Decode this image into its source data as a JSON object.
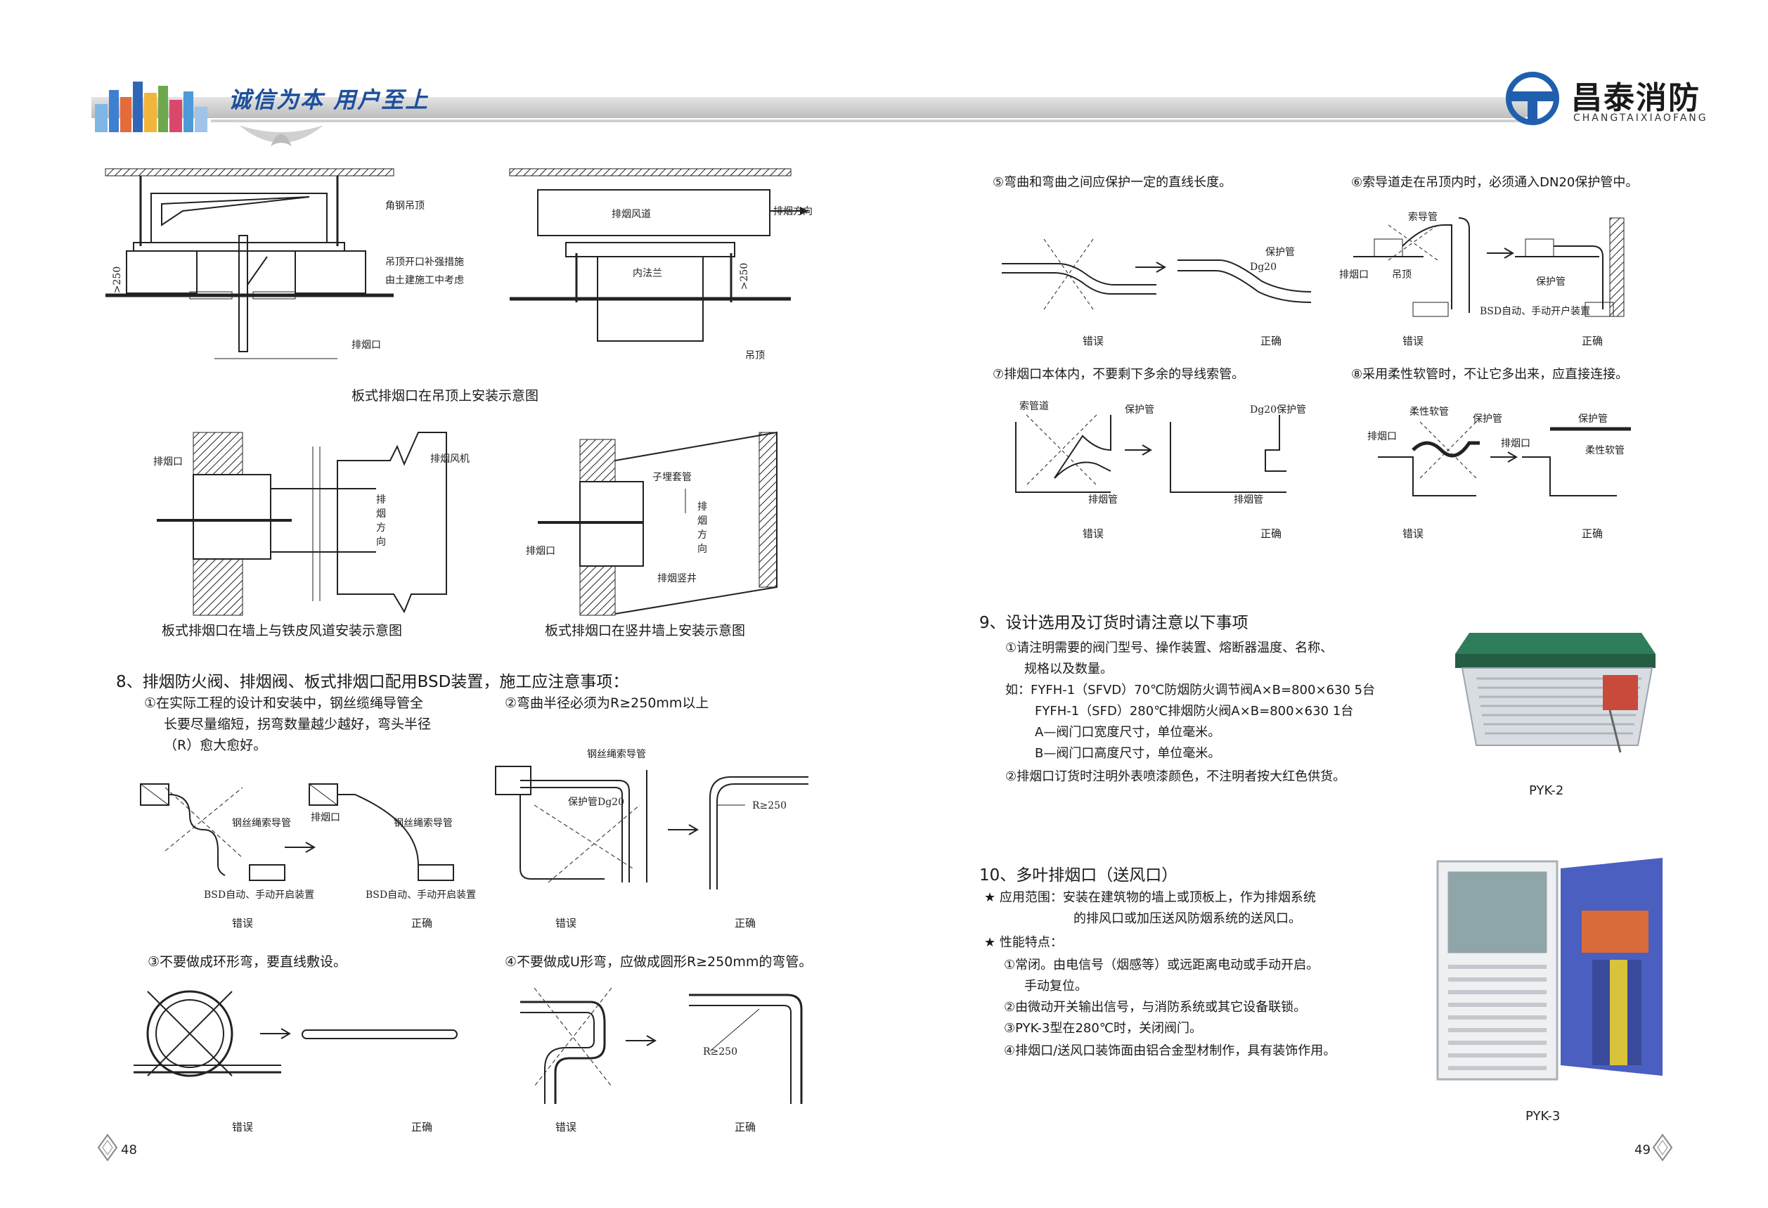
{
  "header": {
    "slogan": "诚信为本  用户至上",
    "brand_cn": "昌泰消防",
    "brand_en": "CHANGTAIXIAOFANG"
  },
  "left": {
    "fig1": {
      "caption": "板式排烟口在吊顶上安装示意图",
      "angle_hanger": "角钢吊顶",
      "reinforce1": "吊顶开口补强措施",
      "reinforce2": "由土建施工中考虑",
      "outlet": "排烟口",
      "dim1": ">250",
      "duct": "排烟风道",
      "direction": "排烟方向",
      "inner_flange": "内法兰",
      "dim2": ">250",
      "ceiling": "吊顶"
    },
    "fig2": {
      "caption": "板式排烟口在墙上与铁皮风道安装示意图",
      "outlet": "排烟口",
      "fan": "排烟风机",
      "dir_chars": [
        "排",
        "烟",
        "方",
        "向"
      ]
    },
    "fig3": {
      "caption": "板式排烟口在竖井墙上安装示意图",
      "sleeve": "子埋套管",
      "outlet": "排烟口",
      "shaft": "排烟竖井",
      "dir_chars": [
        "排",
        "烟",
        "方",
        "向"
      ]
    },
    "section8": {
      "title": "8、排烟防火阀、排烟阀、板式排烟口配用BSD装置，施工应注意事项：",
      "item1_l1": "①在实际工程的设计和安装中，钢丝缆绳导管全",
      "item1_l2": "长要尽量缩短，拐弯数量越少越好，弯头半径",
      "item1_l3": "（R）愈大愈好。",
      "item2": "②弯曲半径必须为R≥250mm以上",
      "item3": "③不要做成环形弯，要直线敷设。",
      "item4": "④不要做成U形弯，应做成圆形R≥250mm的弯管。",
      "guide_tube": "钢丝绳索导管",
      "outlet": "排烟口",
      "bsd": "BSD自动、手动开启装置",
      "guide_tube2": "钢丝绳索导管",
      "protect_tube": "保护管Dg20",
      "r250": "R≥250",
      "wrong": "错误",
      "right": "正确"
    },
    "page_number": "48"
  },
  "right": {
    "item5": "⑤弯曲和弯曲之间应保护一定的直线长度。",
    "item6": "⑥索导道走在吊顶内时，必须通入DN20保护管中。",
    "item7": "⑦排烟口本体内，不要剩下多余的导线索管。",
    "item8": "⑧采用柔性软管时，不让它多出来，应直接连接。",
    "protect_tube": "保护管",
    "dg20": "Dg20",
    "cable_tube": "索导管",
    "outlet": "排烟口",
    "ceiling": "吊顶",
    "bsd": "BSD自动、手动开户装置",
    "cable_way": "索管道",
    "dg20_protect": "Dg20保护管",
    "smoke_tube": "排烟管",
    "flex_tube": "柔性软管",
    "wrong": "错误",
    "right": "正确",
    "section9": {
      "title": "9、设计选用及订货时请注意以下事项",
      "l1": "①请注明需要的阀门型号、操作装置、熔断器温度、名称、",
      "l2": "规格以及数量。",
      "l3": "如：FYFH-1（SFVD）70℃防烟防火调节阀A×B=800×630  5台",
      "l4": "FYFH-1（SFD）280℃排烟防火阀A×B=800×630  1台",
      "l5": "A—阀门口宽度尺寸，单位毫米。",
      "l6": "B—阀门口高度尺寸，单位毫米。",
      "l7": "②排烟口订货时注明外表喷漆颜色，不注明者按大红色供货。",
      "product": "PYK-2"
    },
    "section10": {
      "title": "10、多叶排烟口（送风口）",
      "l1": "★ 应用范围：安装在建筑物的墙上或顶板上，作为排烟系统",
      "l2": "的排风口或加压送风防烟系统的送风口。",
      "l3": "★ 性能特点：",
      "l4": "①常闭。由电信号（烟感等）或远距离电动或手动开启。",
      "l5": "手动复位。",
      "l6": "②由微动开关输出信号，与消防系统或其它设备联锁。",
      "l7": "③PYK-3型在280℃时，关闭阀门。",
      "l8": "④排烟口/送风口装饰面由铝合金型材制作，具有装饰作用。",
      "product": "PYK-3"
    },
    "page_number": "49"
  },
  "colors": {
    "slogan": "#1d4f9c",
    "brand_blue": "#1f5fae",
    "hdr_gray": "#c8c8c8",
    "pyk2_green": "#2e7d5b",
    "pyk3_blue": "#4a5fbf"
  }
}
